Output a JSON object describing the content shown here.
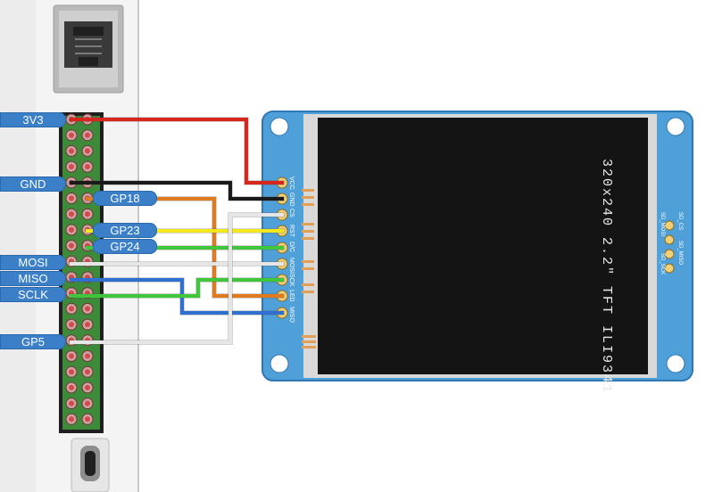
{
  "pi_labels": {
    "3v3": "3V3",
    "gnd": "GND",
    "gp18": "GP18",
    "gp23": "GP23",
    "gp24": "GP24",
    "mosi": "MOSI",
    "miso": "MISO",
    "sclk": "SCLK",
    "gp5": "GP5"
  },
  "display": {
    "screen_text": "320x240 2.2\" TFT ILI9341",
    "header_pins": [
      "VCC",
      "GND",
      "CS",
      "RST",
      "D/C",
      "MOSI",
      "SCK",
      "LED",
      "MISO"
    ],
    "sd_pins": [
      "SD_CS",
      "SD_MISO",
      "SD_MOSI",
      "SD_SCK"
    ]
  },
  "colors": {
    "vcc_wire": "#d7261e",
    "gnd_wire": "#1a1a1a",
    "orange_wire": "#e07a1f",
    "yellow_wire": "#f3e81c",
    "green_wire": "#3fc63a",
    "blue_wire": "#2f6fd0",
    "white_wire": "#e6e6e6",
    "label_bg": "#3a7fc8",
    "pcb_blue": "#4f9fd8"
  }
}
